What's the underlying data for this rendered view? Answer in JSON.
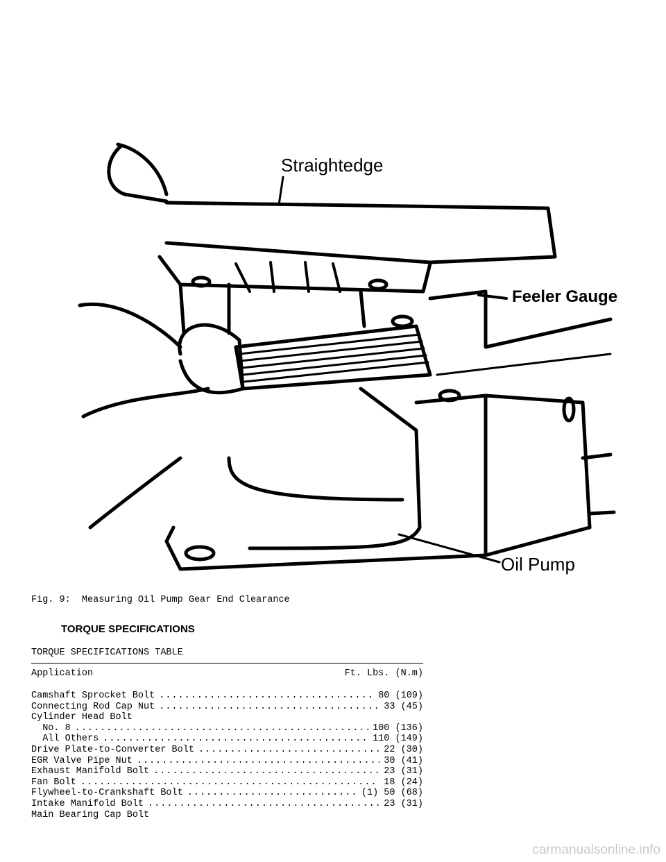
{
  "figure": {
    "labels": {
      "straightedge": "Straightedge",
      "feeler_gauge": "Feeler Gauge",
      "oil_pump": "Oil Pump"
    },
    "caption": "Fig. 9:  Measuring Oil Pump Gear End Clearance"
  },
  "section_heading": "TORQUE SPECIFICATIONS",
  "table": {
    "title": "TORQUE SPECIFICATIONS TABLE",
    "col_application": "Application",
    "col_value": "Ft. Lbs. (N.m)",
    "rows": [
      {
        "name": "Camshaft Sprocket Bolt",
        "value": "80 (109)"
      },
      {
        "name": "Connecting Rod Cap Nut",
        "value": "33 (45)"
      },
      {
        "name": "Cylinder Head Bolt",
        "value": ""
      },
      {
        "name": "  No. 8",
        "value": "100 (136)"
      },
      {
        "name": "  All Others",
        "value": "110 (149)"
      },
      {
        "name": "Drive Plate-to-Converter Bolt",
        "value": "22 (30)"
      },
      {
        "name": "EGR Valve Pipe Nut",
        "value": "30 (41)"
      },
      {
        "name": "Exhaust Manifold Bolt",
        "value": "23 (31)"
      },
      {
        "name": "Fan Bolt",
        "value": "18 (24)"
      },
      {
        "name": "Flywheel-to-Crankshaft Bolt",
        "value": "(1) 50 (68)"
      },
      {
        "name": "Intake Manifold Bolt",
        "value": "23 (31)"
      },
      {
        "name": "Main Bearing Cap Bolt",
        "value": ""
      }
    ]
  },
  "watermark": "carmanualsonline.info"
}
